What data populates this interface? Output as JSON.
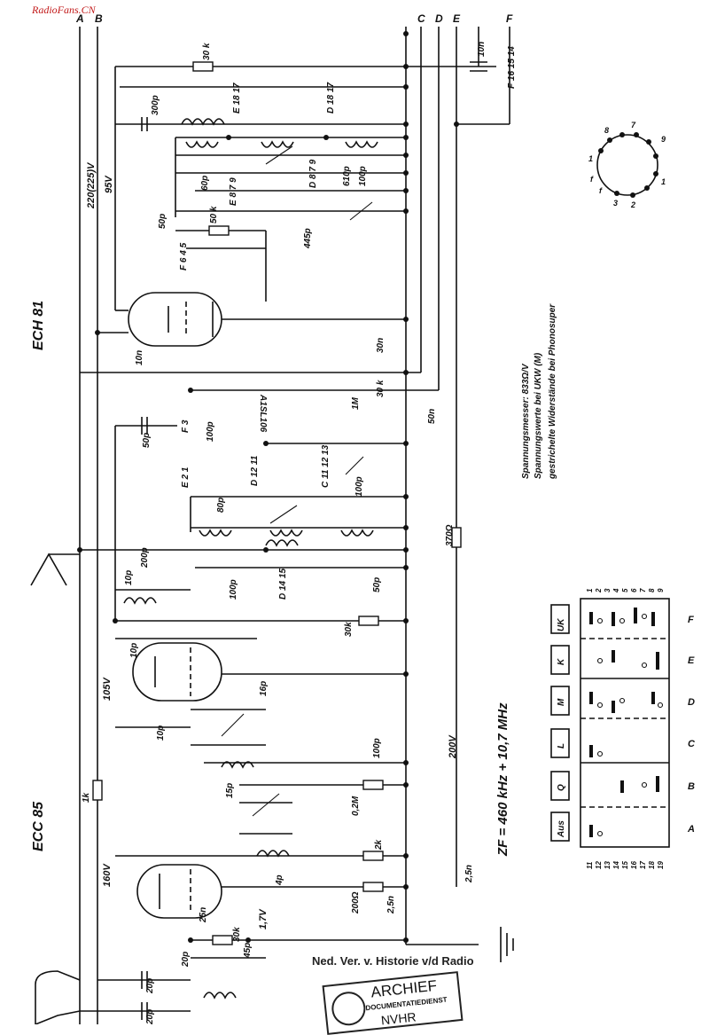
{
  "watermark": "RadioFans.CN",
  "terminals": {
    "a": "A",
    "b": "B",
    "c": "C",
    "d": "D",
    "e": "E",
    "f": "F"
  },
  "tubes": {
    "mixer": "ECH 81",
    "rf": "ECC 85"
  },
  "voltages": {
    "b_plus_1": "220(225)V",
    "screen": "95V",
    "v105": "105V",
    "v160": "160V",
    "v200": "200V",
    "v17": "1,7V"
  },
  "components": {
    "r30k_top": "30 k",
    "c300p": "300p",
    "c10n_top": "10n",
    "c60p": "60p",
    "c610p": "610p",
    "c100p_a": "100p",
    "c50p_a": "50p",
    "r50k": "50 k",
    "c445p": "445p",
    "c10n_mid": "10n",
    "c30n": "30n",
    "r30k_mid": "30 k",
    "rM": "1M",
    "c50n": "50n",
    "c50p_b": "50p",
    "c100p_b": "100p",
    "c80p": "80p",
    "c100p_c": "100p",
    "c200p": "200p",
    "c10p_a": "10p",
    "c100p_d": "100p",
    "c50p_c": "50p",
    "r370": "370Ω",
    "c10p_b": "10p",
    "c10p_c": "10p",
    "c16p": "16p",
    "r30k_low": "30k",
    "c100p_e": "100p",
    "c15p": "15p",
    "r0_2M": "0,2M",
    "r1k": "1k",
    "c4p": "4p",
    "r2k": "2k",
    "c2_5n_a": "2,5n",
    "r200": "200Ω",
    "c2_5n_b": "2,5n",
    "c25n": "25n",
    "r30k_bot": "30k",
    "c20p_a": "20p",
    "c45p": "45p",
    "c20p_b": "20p",
    "c20p_c": "20p",
    "code": "A1SL106"
  },
  "switch_labels": {
    "s1": "E 18 17",
    "s2": "D 18 17",
    "s3": "F 16 15 14",
    "s4": "D 8 7 9",
    "s5": "E 8 7 9",
    "s6": "F 6 4 5",
    "s7": "F 3",
    "s8": "E 2 1",
    "s9": "D 12 11",
    "s10": "C 11 12 13",
    "s11": "D 14 15"
  },
  "notes": {
    "line1": "Spannungsmesser: 833Ω/V",
    "line2": "Spannungswerte bei UKW (M)",
    "line3": "gestrichelte Widerstände bei Phonosuper"
  },
  "if_freq": "ZF = 460 kHz + 10,7 MHz",
  "switch_bank": {
    "keys": [
      "UK",
      "K",
      "M",
      "L",
      "Q",
      "Aus"
    ],
    "groups": [
      "F",
      "E",
      "D",
      "C",
      "B",
      "A"
    ],
    "top_numbers": [
      "1",
      "2",
      "3",
      "4",
      "5",
      "6",
      "7",
      "8",
      "9"
    ],
    "bottom_numbers": [
      "11",
      "12",
      "13",
      "14",
      "15",
      "16",
      "17",
      "18",
      "19"
    ]
  },
  "socket_pins": [
    "1",
    "8",
    "7",
    "9",
    "1",
    "2",
    "3",
    "f",
    "f"
  ],
  "archive_text": "Ned. Ver. v. Historie v/d Radio",
  "stamp": {
    "title": "ARCHIEF",
    "subtitle": "DOCUMENTATIEDIENST",
    "org": "NVHR"
  }
}
